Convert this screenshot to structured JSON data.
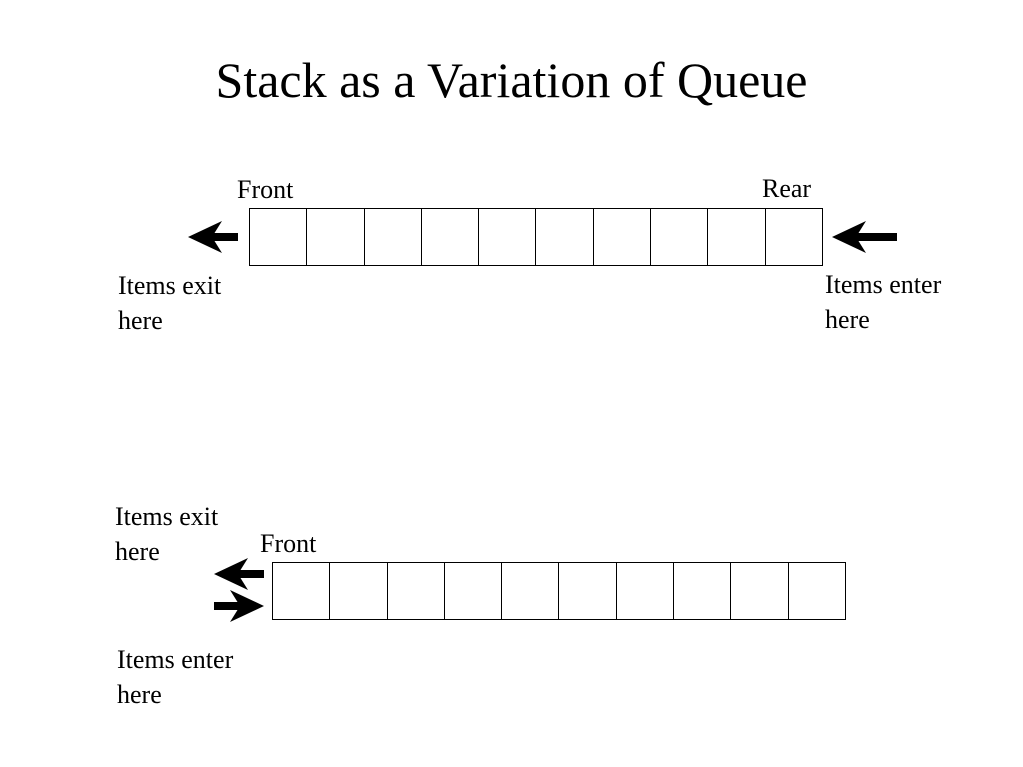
{
  "title": "Stack as a Variation of Queue",
  "queue": {
    "front_label": "Front",
    "rear_label": "Rear",
    "exit_text": [
      "Items exit",
      "here"
    ],
    "enter_text": [
      "Items enter",
      "here"
    ],
    "cell_count": 10
  },
  "stack": {
    "front_label": "Front",
    "exit_text": [
      "Items exit",
      "here"
    ],
    "enter_text": [
      "Items enter",
      "here"
    ],
    "cell_count": 10
  }
}
